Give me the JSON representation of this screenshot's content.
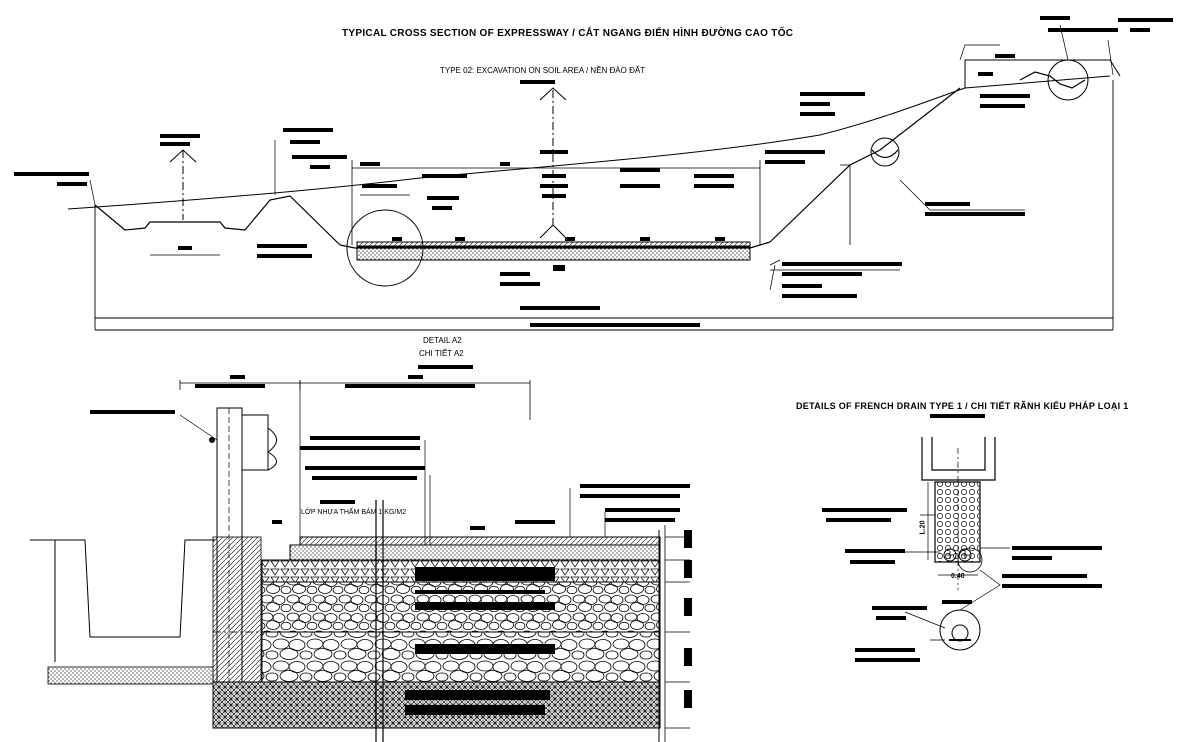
{
  "drawing": {
    "main_title": "TYPICAL CROSS SECTION OF EXPRESSWAY / CẮT NGANG ĐIỂN HÌNH ĐƯỜNG CAO TỐC",
    "type_label": "TYPE 02: EXCAVATION ON SOIL AREA / NỀN ĐÀO ĐẤT",
    "detail_title": "DETAIL A2",
    "detail_subtitle": "CHI TIẾT A2",
    "french_drain_title": "DETAILS OF FRENCH DRAIN TYPE 1 / CHI TIẾT RÃNH KIỂU PHÁP LOẠI 1",
    "layer_note": "LỚP NHỰA THẤM BÁM 1 KG/M2",
    "dim_vertical": "L.20",
    "dim_horizontal": "0.40"
  },
  "colors": {
    "line": "#000000",
    "background": "#ffffff",
    "hatch": "#000000"
  }
}
